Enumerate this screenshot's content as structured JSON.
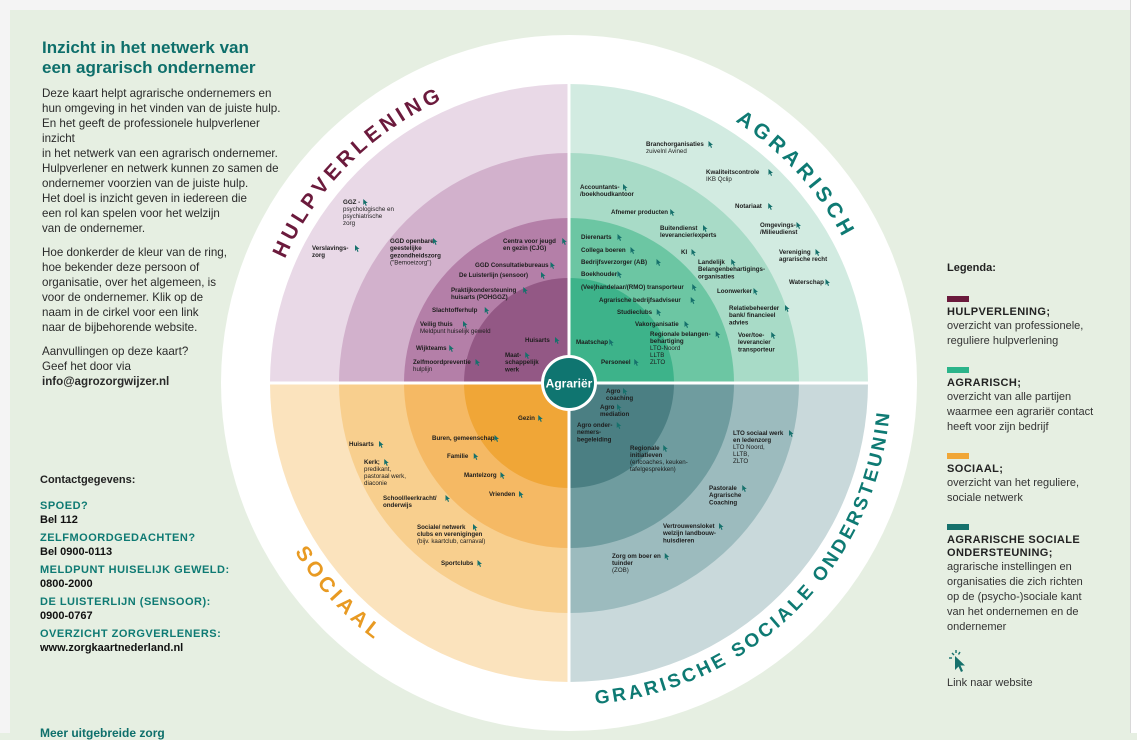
{
  "intro": {
    "title_line1": "Inzicht in het netwerk van",
    "title_line2": "een agrarisch ondernemer",
    "para1": [
      "Deze kaart helpt agrarische ondernemers en",
      "hun omgeving in het vinden van de juiste hulp.",
      "En het geeft de professionele hulpverlener inzicht",
      "in het netwerk van een agrarisch ondernemer.",
      "Hulpverlener en netwerk kunnen zo samen de",
      "ondernemer voorzien van de juiste hulp.",
      "Het doel is inzicht geven in iedereen die",
      "een rol kan spelen voor het welzijn",
      "van de ondernemer."
    ],
    "para2": [
      "Hoe donkerder de kleur van de ring,",
      "hoe bekender deze persoon of",
      "organisatie, over het algemeen, is",
      "voor de ondernemer. Klik op de",
      "naam in de cirkel voor een link",
      "naar de bijbehorende website."
    ],
    "para3_line1": "Aanvullingen op deze kaart?",
    "para3_line2": "Geef het door via",
    "email": "info@agrozorgwijzer.nl"
  },
  "contact": {
    "heading": "Contactgegevens:",
    "items": [
      {
        "label": "SPOED?",
        "value": "Bel 112"
      },
      {
        "label": "ZELFMOORDGEDACHTEN?",
        "value": "Bel 0900-0113"
      },
      {
        "label": "MELDPUNT HUISELIJK GEWELD:",
        "value": "0800-2000"
      },
      {
        "label": "DE LUISTERLIJN (SENSOOR):",
        "value": "0900-0767"
      },
      {
        "label": "OVERZICHT ZORGVERLENERS:",
        "value": "www.zorgkaartnederland.nl"
      }
    ],
    "cut_text": "Meer uitgebreide zorg"
  },
  "legend": {
    "heading": "Legenda:",
    "items": [
      {
        "color": "#6b1a3c",
        "name": "HULPVERLENING;",
        "desc": [
          "overzicht van professionele,",
          "reguliere hulpverlening"
        ]
      },
      {
        "color": "#2bb48a",
        "name": "AGRARISCH;",
        "desc": [
          "overzicht van alle partijen",
          "waarmee een agrariër contact",
          "heeft voor zijn bedrijf"
        ]
      },
      {
        "color": "#f0a637",
        "name": "SOCIAAL;",
        "desc": [
          "overzicht van het reguliere,",
          "sociale netwerk"
        ]
      },
      {
        "color": "#16716c",
        "name": "AGRARISCHE SOCIALE ONDERSTEUNING;",
        "desc": [
          "agrarische instellingen en",
          "organisaties die zich richten",
          "op de (psycho-)sociale kant",
          "van het ondernemen en de",
          "ondernemer"
        ]
      }
    ],
    "link_label": "Link naar website"
  },
  "colors": {
    "hulp": [
      "#e9d9e7",
      "#d2b1cc",
      "#b47fa8",
      "#935885"
    ],
    "agr": [
      "#d2ebe1",
      "#a8dbc7",
      "#6cc6a3",
      "#3db38a"
    ],
    "soc": [
      "#fbe3bd",
      "#f8cf8e",
      "#f5b964",
      "#f0a637"
    ],
    "aso": [
      "#c9d9db",
      "#9cbbbe",
      "#6f9c9f",
      "#4b7f83"
    ],
    "center": "#0f7570",
    "hulp_title": "#6b1a3c",
    "teal_title": "#0e7a73",
    "soc_title": "#e89a22"
  },
  "wheel": {
    "center_label": "Agrariër",
    "quadrant_titles": {
      "hulp": "HULPVERLENING",
      "agr": "AGRARISCH",
      "soc": "SOCIAAL",
      "aso": "AGRARISCHE SOCIALE ONDERSTEUNING"
    },
    "labels": [
      {
        "lines": [
          "GGZ -"
        ],
        "sub": [
          "psychologische en",
          "psychiatrische",
          "zorg"
        ]
      },
      {
        "lines": [
          "Verslavings-",
          "zorg"
        ],
        "sub": []
      },
      {
        "lines": [
          "GGD openbare",
          "geestelijke",
          "gezondheidszorg"
        ],
        "sub": [
          "(\"Bemoeizorg\")"
        ]
      },
      {
        "lines": [
          "Centra voor jeugd",
          "en gezin (CJG)"
        ],
        "sub": []
      },
      {
        "lines": [
          "GGD Consultatiebureaus"
        ],
        "sub": []
      },
      {
        "lines": [
          "De Luisterlijn (sensoor)"
        ],
        "sub": []
      },
      {
        "lines": [
          "Praktijkondersteuning",
          "huisarts (POHGGZ)"
        ],
        "sub": []
      },
      {
        "lines": [
          "Slachtofferhulp"
        ],
        "sub": []
      },
      {
        "lines": [
          "Veilig thuis"
        ],
        "sub": [
          "Meldpunt huiselijk geweld"
        ]
      },
      {
        "lines": [
          "Wijkteams"
        ],
        "sub": []
      },
      {
        "lines": [
          "Zelfmoordpreventie"
        ],
        "sub": [
          "hulplijn"
        ]
      },
      {
        "lines": [
          "Huisarts"
        ],
        "sub": []
      },
      {
        "lines": [
          "Maat-",
          "schappelijk",
          "werk"
        ],
        "sub": []
      },
      {
        "lines": [
          "Branchorganisaties"
        ],
        "sub": [
          "zuivelnl    Avined"
        ]
      },
      {
        "lines": [
          "Kwaliteitscontrole"
        ],
        "sub": [
          "IKB    Qclip"
        ]
      },
      {
        "lines": [
          "Accountants-",
          "/boekhoudkantoor"
        ],
        "sub": []
      },
      {
        "lines": [
          "Afnemer producten"
        ],
        "sub": []
      },
      {
        "lines": [
          "Notariaat"
        ],
        "sub": []
      },
      {
        "lines": [
          "Omgevings-",
          "/Milieudienst"
        ],
        "sub": []
      },
      {
        "lines": [
          "Dierenarts"
        ],
        "sub": []
      },
      {
        "lines": [
          "Buitendienst",
          "leverancier/experts"
        ],
        "sub": []
      },
      {
        "lines": [
          "Collega boeren"
        ],
        "sub": []
      },
      {
        "lines": [
          "Bedrijfsverzorger (AB)"
        ],
        "sub": []
      },
      {
        "lines": [
          "KI"
        ],
        "sub": []
      },
      {
        "lines": [
          "Landelijk",
          "Belangenbehartigings-",
          "organisaties"
        ],
        "sub": []
      },
      {
        "lines": [
          "Vereniging",
          "agrarische recht"
        ],
        "sub": []
      },
      {
        "lines": [
          "Boekhouder"
        ],
        "sub": []
      },
      {
        "lines": [
          "(Vee)handelaar/(RMO) transporteur"
        ],
        "sub": []
      },
      {
        "lines": [
          "Loonwerker"
        ],
        "sub": []
      },
      {
        "lines": [
          "Waterschap"
        ],
        "sub": []
      },
      {
        "lines": [
          "Agrarische bedrijfsadviseur"
        ],
        "sub": []
      },
      {
        "lines": [
          "Studieclubs"
        ],
        "sub": []
      },
      {
        "lines": [
          "Relatiebeheerder",
          "bank/ financieel",
          "advies"
        ],
        "sub": []
      },
      {
        "lines": [
          "Vakorganisatie"
        ],
        "sub": []
      },
      {
        "lines": [
          "Regionale belangen-",
          "behartiging"
        ],
        "sub": [
          "LTO-Noord",
          "LLTB",
          "ZLTO"
        ]
      },
      {
        "lines": [
          "Voer/toe-",
          "leverancier",
          "transporteur"
        ],
        "sub": []
      },
      {
        "lines": [
          "Maatschap"
        ],
        "sub": []
      },
      {
        "lines": [
          "Personeel"
        ],
        "sub": []
      },
      {
        "lines": [
          "Agro",
          "coaching"
        ],
        "sub": []
      },
      {
        "lines": [
          "Agro",
          "mediation"
        ],
        "sub": []
      },
      {
        "lines": [
          "Agro onder-",
          "nemers-",
          "begeleiding"
        ],
        "sub": []
      },
      {
        "lines": [
          "Regionale",
          "initiatieven"
        ],
        "sub": [
          "(erfcoaches, keuken-",
          "tafelgesprekken)"
        ]
      },
      {
        "lines": [
          "LTO sociaal werk",
          "en ledenzorg"
        ],
        "sub": [
          "LTO Noord,",
          "LLTB,",
          "ZLTO"
        ]
      },
      {
        "lines": [
          "Pastorale",
          "Agrarische",
          "Coaching"
        ],
        "sub": []
      },
      {
        "lines": [
          "Vertrouwensloket",
          "welzijn landbouw-",
          "huisdieren"
        ],
        "sub": []
      },
      {
        "lines": [
          "Zorg om boer en",
          "tuinder"
        ],
        "sub": [
          "(ZOB)"
        ]
      },
      {
        "lines": [
          "Huisarts"
        ],
        "sub": []
      },
      {
        "lines": [
          "Kerk;"
        ],
        "sub": [
          "predikant,",
          "pastoraal werk,",
          "diaconie"
        ]
      },
      {
        "lines": [
          "Buren, gemeenschap"
        ],
        "sub": []
      },
      {
        "lines": [
          "Familie"
        ],
        "sub": []
      },
      {
        "lines": [
          "Mantelzorg"
        ],
        "sub": []
      },
      {
        "lines": [
          "Vrienden"
        ],
        "sub": []
      },
      {
        "lines": [
          "Gezin"
        ],
        "sub": []
      },
      {
        "lines": [
          "School/leerkracht/",
          "onderwijs"
        ],
        "sub": []
      },
      {
        "lines": [
          "Sociale/ netwerk",
          "clubs en verenigingen"
        ],
        "sub": [
          "(bijv. kaartclub, carnaval)"
        ]
      },
      {
        "lines": [
          "Sportclubs"
        ],
        "sub": []
      }
    ]
  }
}
